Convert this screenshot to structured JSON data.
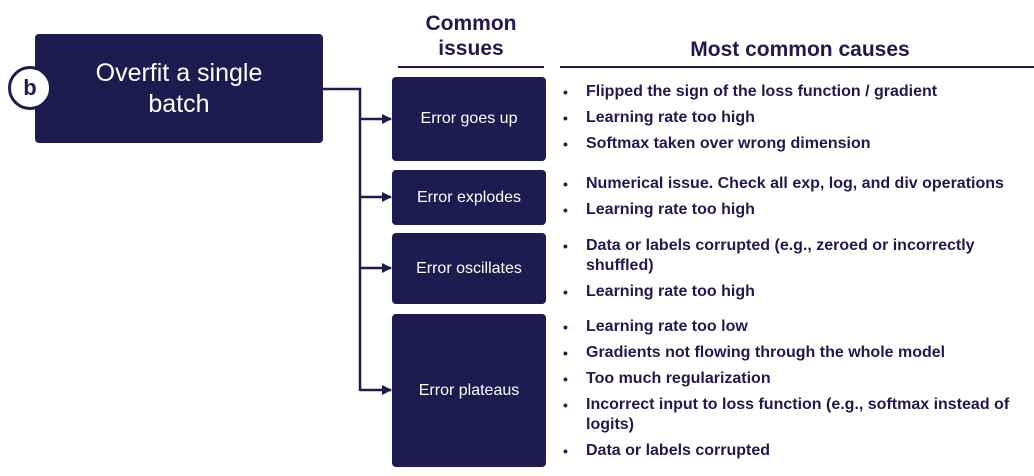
{
  "badge": "b",
  "main_step": "Overfit a single batch",
  "headers": {
    "issues": "Common issues",
    "causes": "Most common causes"
  },
  "colors": {
    "navy": "#1d1b4f",
    "white": "#ffffff"
  },
  "rows": [
    {
      "issue": "Error goes up",
      "causes": [
        "Flipped the sign of the loss function / gradient",
        "Learning rate too high",
        "Softmax taken over wrong dimension"
      ]
    },
    {
      "issue": "Error explodes",
      "causes": [
        "Numerical issue. Check all exp, log, and div operations",
        "Learning rate too high"
      ]
    },
    {
      "issue": "Error oscillates",
      "causes": [
        "Data or labels corrupted (e.g., zeroed or incorrectly shuffled)",
        "Learning rate too high"
      ]
    },
    {
      "issue": "Error plateaus",
      "causes": [
        "Learning rate too low",
        "Gradients not flowing through the whole model",
        "Too much regularization",
        "Incorrect input to loss function (e.g., softmax instead of logits)",
        "Data or labels corrupted"
      ]
    }
  ]
}
